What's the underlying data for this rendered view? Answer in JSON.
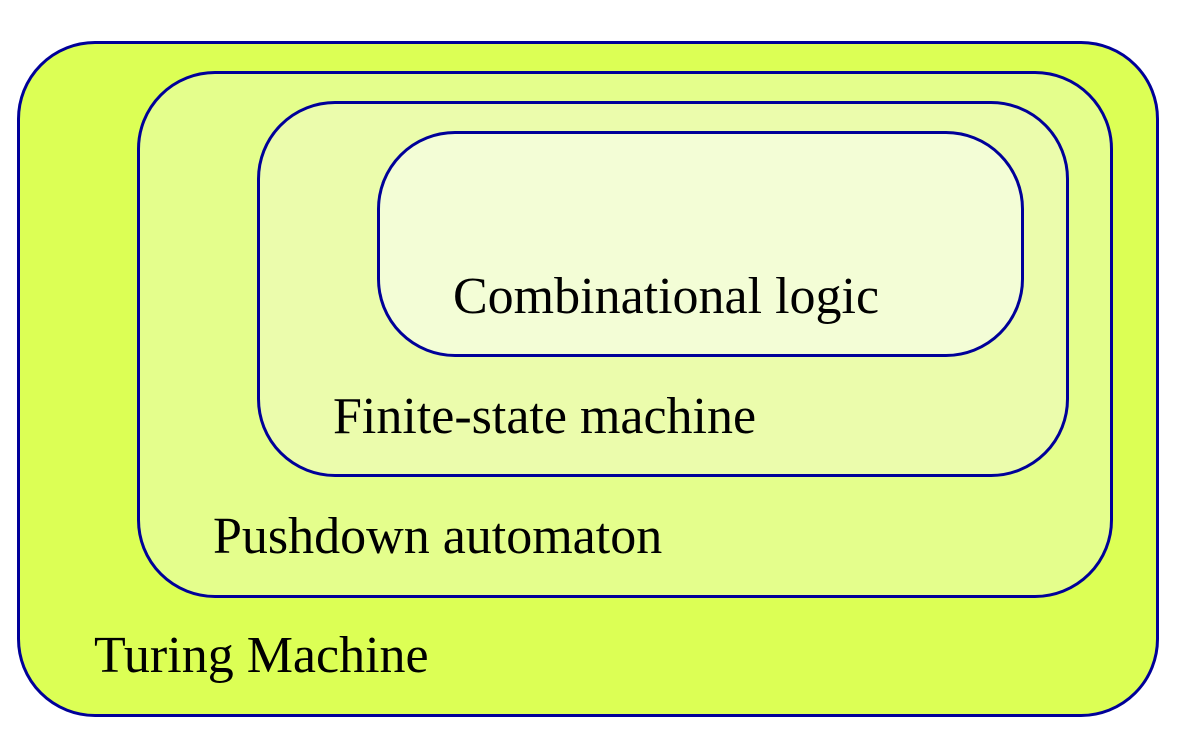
{
  "diagram": {
    "levels": [
      {
        "label": "Turing Machine",
        "fill": "#dcff55"
      },
      {
        "label": "Pushdown automaton",
        "fill": "#e4fe8c"
      },
      {
        "label": "Finite-state machine",
        "fill": "#ebfcac"
      },
      {
        "label": "Combinational logic",
        "fill": "#f3fdd6"
      }
    ],
    "border_color": "#000099"
  }
}
